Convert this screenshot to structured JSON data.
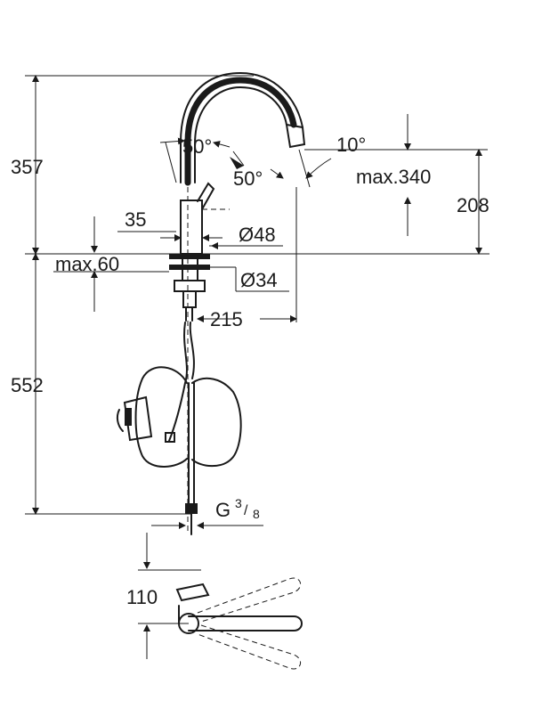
{
  "drawing": {
    "labels": {
      "height_total": "357",
      "angle_top": "50°",
      "angle_right": "50°",
      "angle_spout": "10°",
      "spout_height": "max.340",
      "spout_clearance": "208",
      "base_width": "35",
      "base_diameter": "Ø48",
      "deck_thickness": "max.60",
      "hole_diameter": "Ø34",
      "reach": "215",
      "hose_length": "552",
      "thread_main": "G",
      "thread_num": "3",
      "thread_den": "8",
      "handle_offset": "110"
    }
  }
}
